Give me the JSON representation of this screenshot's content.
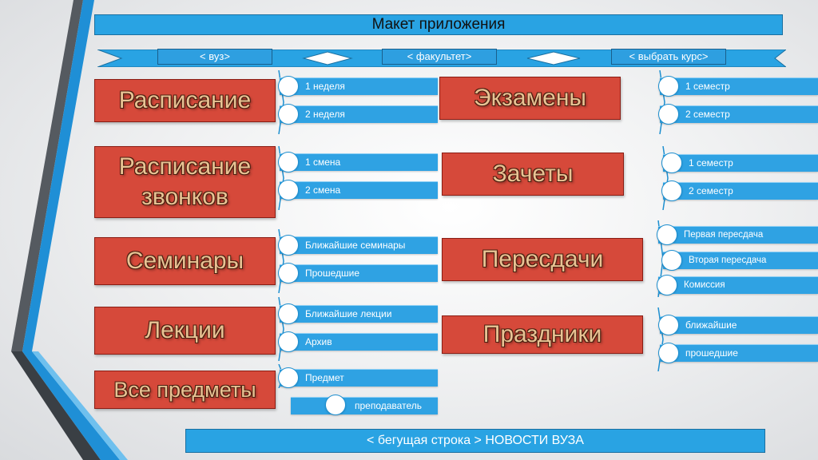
{
  "header": {
    "title": "Макет приложения"
  },
  "selectors": {
    "university": "< вуз>",
    "faculty": "< факультет>",
    "course": "< выбрать курс>"
  },
  "sections": {
    "schedule": {
      "label": "Расписание",
      "items": [
        "1 неделя",
        "2 неделя"
      ]
    },
    "bells": {
      "label_line1": "Расписание",
      "label_line2": "звонков",
      "items": [
        "1 смена",
        "2 смена"
      ]
    },
    "seminars": {
      "label": "Семинары",
      "items": [
        "Ближайшие семинары",
        "Прошедшие"
      ]
    },
    "lectures": {
      "label": "Лекции",
      "items": [
        "Ближайшие лекции",
        "Архив"
      ]
    },
    "subjects": {
      "label": "Все предметы",
      "items": [
        "Предмет",
        "преподаватель"
      ]
    },
    "exams": {
      "label": "Экзамены",
      "items": [
        "1 семестр",
        "2 семестр"
      ]
    },
    "credits": {
      "label": "Зачеты",
      "items": [
        "1 семестр",
        "2 семестр"
      ]
    },
    "retakes": {
      "label": "Пересдачи",
      "items": [
        "Первая пересдача",
        "Вторая пересдача",
        "Комиссия"
      ]
    },
    "holidays": {
      "label": "Праздники",
      "items": [
        "ближайшие",
        "прошедшие"
      ]
    }
  },
  "footer": {
    "ticker": "< бегущая строка >  НОВОСТИ ВУЗА"
  },
  "colors": {
    "accent_blue": "#29a3e3",
    "tile_red": "#d6493a",
    "tile_text": "#e8c394"
  }
}
